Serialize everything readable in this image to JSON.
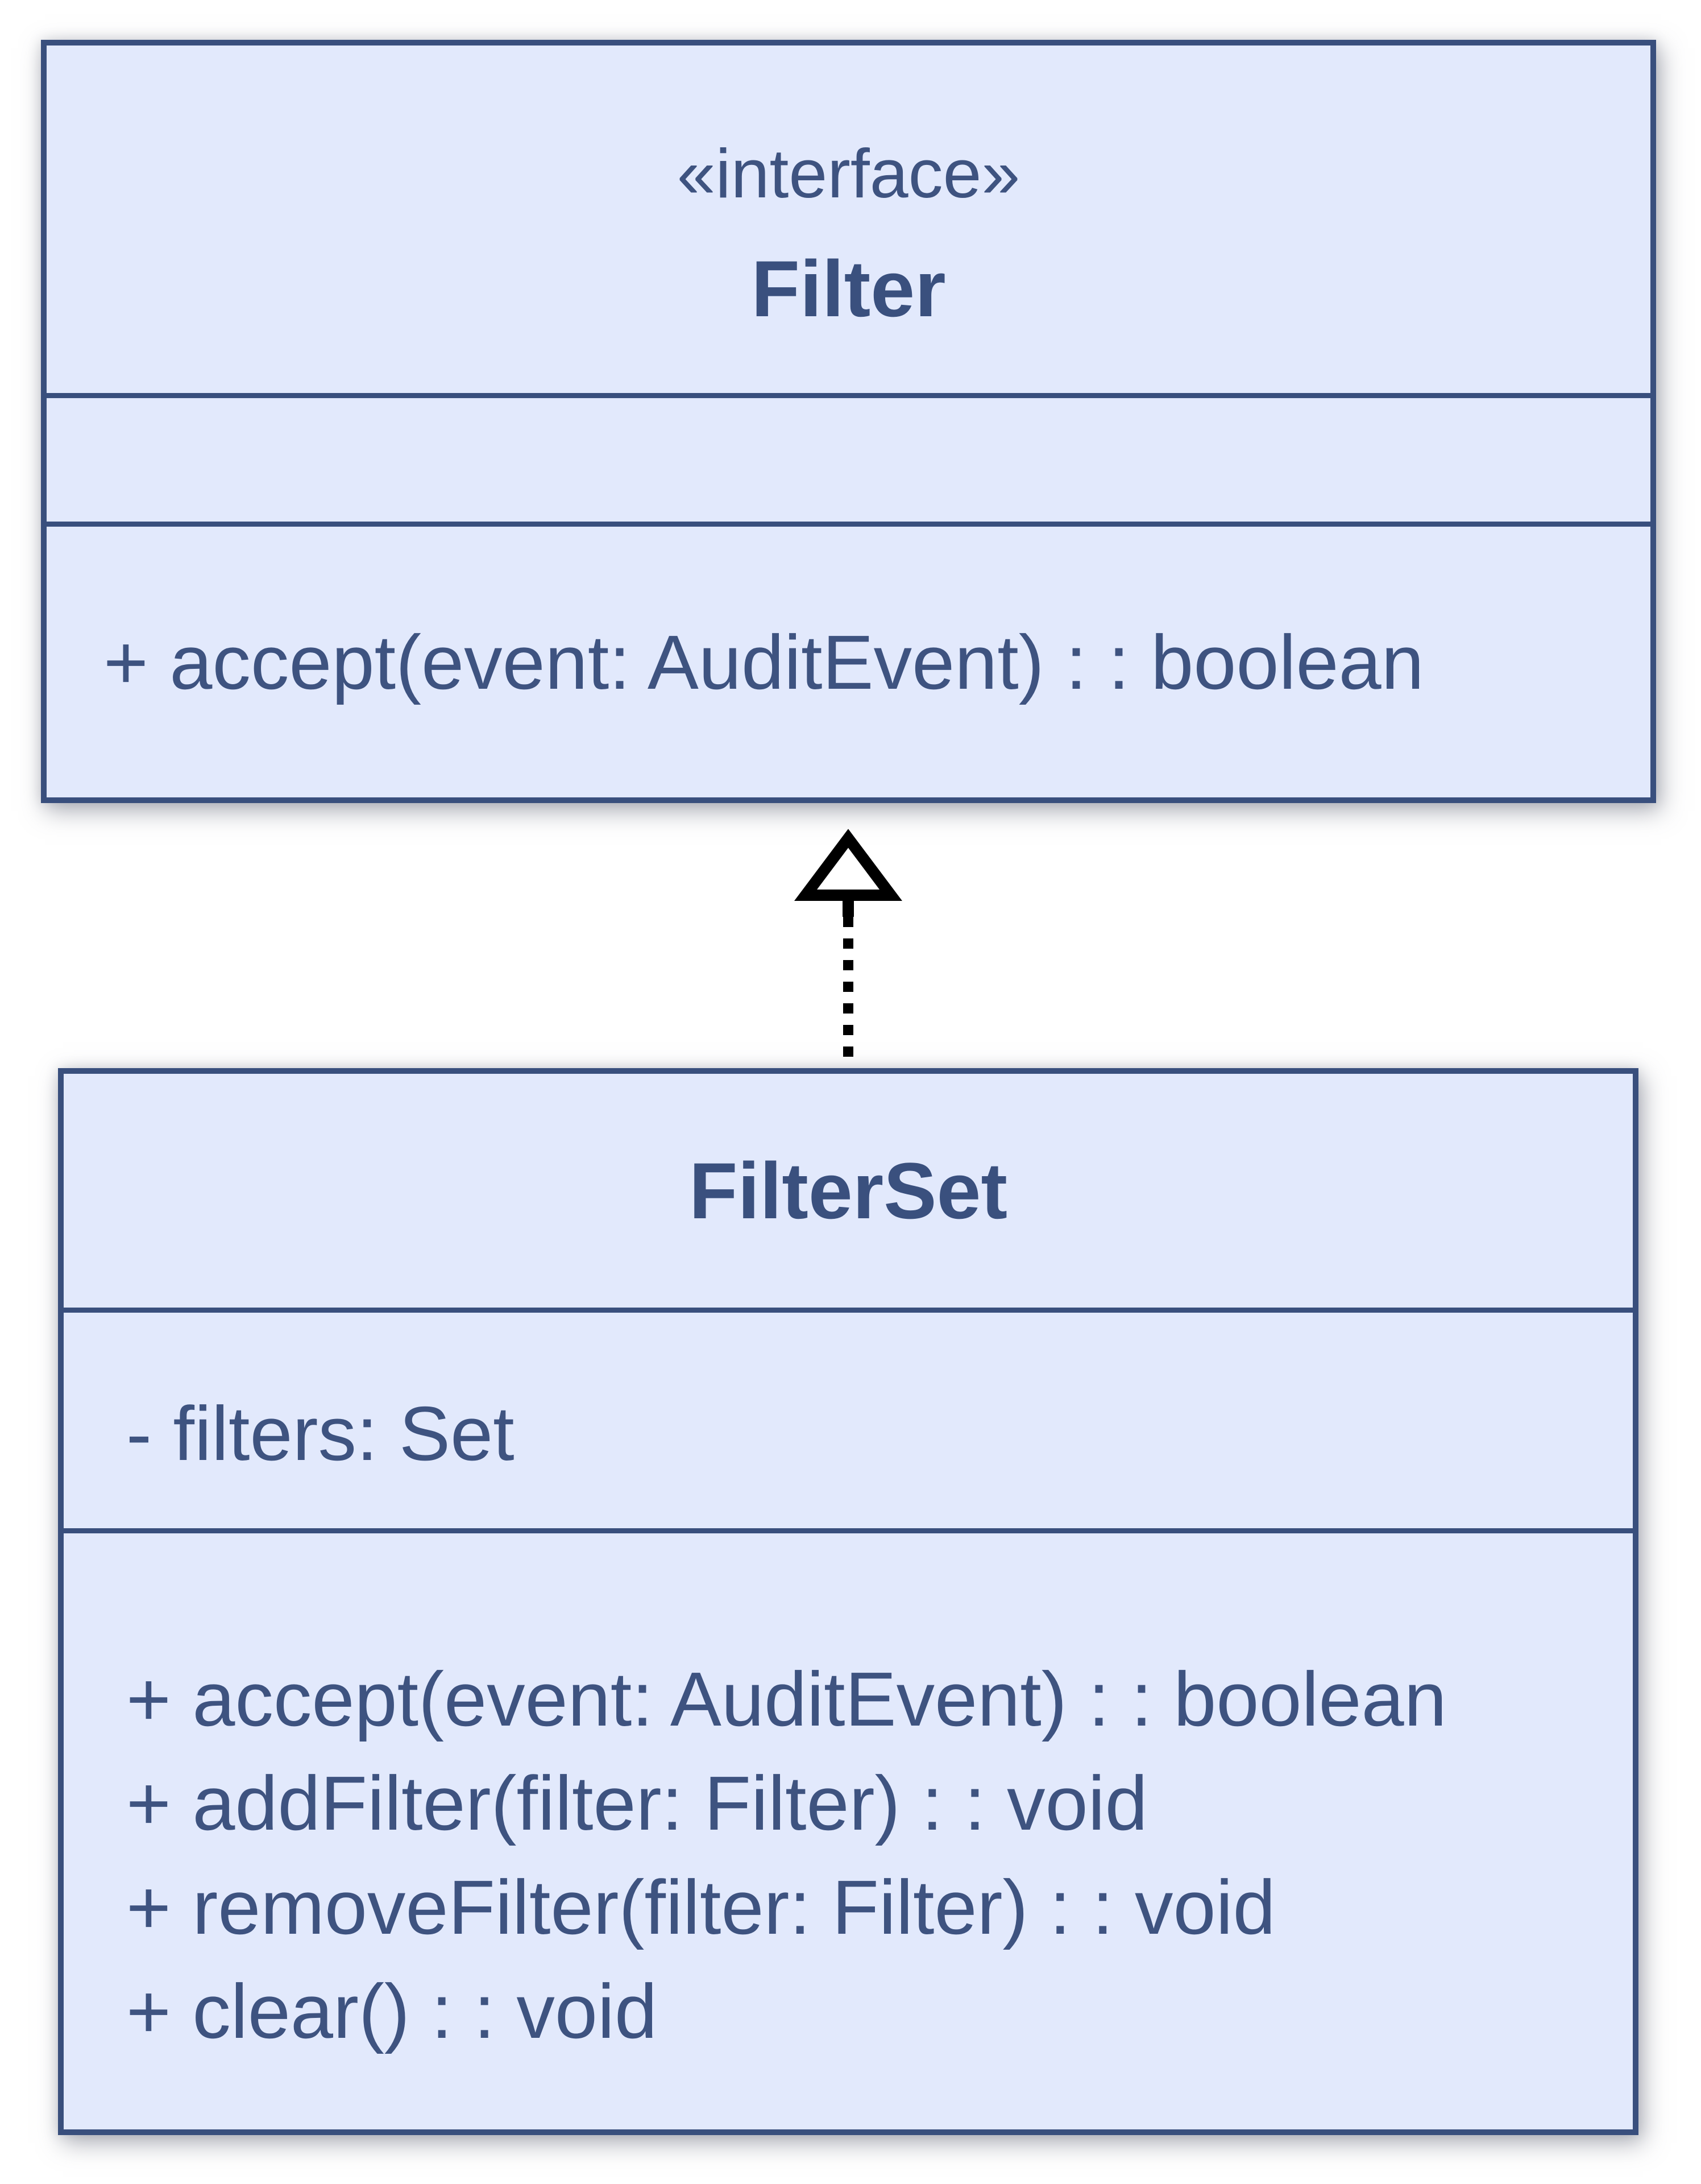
{
  "diagram": {
    "type": "uml-class-diagram",
    "colors": {
      "box_fill": "#E2E9FC",
      "box_border": "#394F7D",
      "text": "#3E5380",
      "arrow": "#000000",
      "background": "#FFFFFF"
    },
    "interface_class": {
      "stereotype": "«interface»",
      "name": "Filter",
      "attributes": [],
      "methods": [
        "+ accept(event: AuditEvent) : : boolean"
      ]
    },
    "filterset_class": {
      "name": "FilterSet",
      "attributes": [
        "- filters: Set"
      ],
      "methods": [
        "+ accept(event: AuditEvent) : : boolean",
        "+ addFilter(filter: Filter) : : void",
        "+ removeFilter(filter: Filter) : : void",
        "+ clear() : : void"
      ]
    },
    "relationship": {
      "type": "realization",
      "from": "FilterSet",
      "to": "Filter",
      "line_style": "dashed",
      "arrowhead": "hollow-triangle"
    }
  }
}
